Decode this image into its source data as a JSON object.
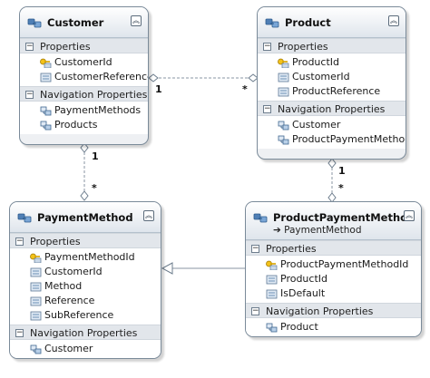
{
  "entities": {
    "customer": {
      "title": "Customer",
      "sections": {
        "properties": {
          "label": "Properties",
          "items": [
            {
              "label": "CustomerId",
              "icon": "key-property-icon"
            },
            {
              "label": "CustomerReference",
              "icon": "property-icon"
            }
          ]
        },
        "navigation": {
          "label": "Navigation Properties",
          "items": [
            {
              "label": "PaymentMethods",
              "icon": "navigation-property-icon"
            },
            {
              "label": "Products",
              "icon": "navigation-property-icon"
            }
          ]
        }
      }
    },
    "product": {
      "title": "Product",
      "sections": {
        "properties": {
          "label": "Properties",
          "items": [
            {
              "label": "ProductId",
              "icon": "key-property-icon"
            },
            {
              "label": "CustomerId",
              "icon": "property-icon"
            },
            {
              "label": "ProductReference",
              "icon": "property-icon"
            }
          ]
        },
        "navigation": {
          "label": "Navigation Properties",
          "items": [
            {
              "label": "Customer",
              "icon": "navigation-property-icon"
            },
            {
              "label": "ProductPaymentMethods",
              "icon": "navigation-property-icon"
            }
          ]
        }
      }
    },
    "payment_method": {
      "title": "PaymentMethod",
      "sections": {
        "properties": {
          "label": "Properties",
          "items": [
            {
              "label": "PaymentMethodId",
              "icon": "key-property-icon"
            },
            {
              "label": "CustomerId",
              "icon": "property-icon"
            },
            {
              "label": "Method",
              "icon": "property-icon"
            },
            {
              "label": "Reference",
              "icon": "property-icon"
            },
            {
              "label": "SubReference",
              "icon": "property-icon"
            }
          ]
        },
        "navigation": {
          "label": "Navigation Properties",
          "items": [
            {
              "label": "Customer",
              "icon": "navigation-property-icon"
            }
          ]
        }
      }
    },
    "product_payment_method": {
      "title": "ProductPaymentMethod",
      "base_type": "➔ PaymentMethod",
      "sections": {
        "properties": {
          "label": "Properties",
          "items": [
            {
              "label": "ProductPaymentMethodId",
              "icon": "key-property-icon"
            },
            {
              "label": "ProductId",
              "icon": "property-icon"
            },
            {
              "label": "IsDefault",
              "icon": "property-icon"
            }
          ]
        },
        "navigation": {
          "label": "Navigation Properties",
          "items": [
            {
              "label": "Product",
              "icon": "navigation-property-icon"
            }
          ]
        }
      }
    }
  },
  "associations": [
    {
      "from": "Customer",
      "to": "Product",
      "from_multiplicity": "1",
      "to_multiplicity": "*"
    },
    {
      "from": "Customer",
      "to": "PaymentMethod",
      "from_multiplicity": "1",
      "to_multiplicity": "*"
    },
    {
      "from": "Product",
      "to": "ProductPaymentMethod",
      "from_multiplicity": "1",
      "to_multiplicity": "*"
    }
  ],
  "inheritance": [
    {
      "derived": "ProductPaymentMethod",
      "base": "PaymentMethod"
    }
  ],
  "colors": {
    "entity_border": "#7a8a99",
    "header_gradient_top": "#ffffff",
    "header_gradient_bottom": "#dfe5ec",
    "section_bg": "#e2e6eb",
    "key_icon": "#d9a400",
    "property_icon": "#6b8fb3",
    "connector": "#8a96a3"
  }
}
